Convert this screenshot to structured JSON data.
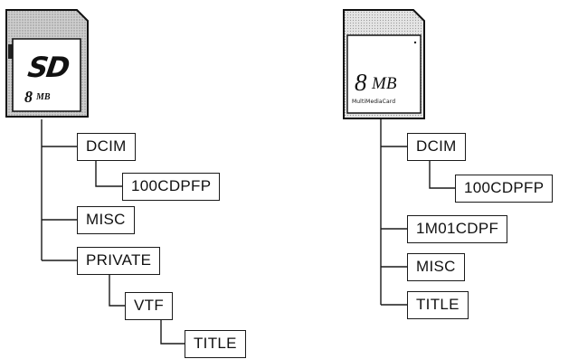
{
  "sd_card": {
    "logo": "SD",
    "capacity": "8",
    "unit": "MB",
    "tree": {
      "dcim": "DCIM",
      "dcim_child": "100CDPFP",
      "misc": "MISC",
      "private": "PRIVATE",
      "vtf": "VTF",
      "title": "TITLE"
    }
  },
  "mmc_card": {
    "capacity": "8",
    "unit": "MB",
    "brand": "MultiMediaCard",
    "tree": {
      "dcim": "DCIM",
      "dcim_child": "100CDPFP",
      "folder_1m": "1M01CDPF",
      "misc": "MISC",
      "title": "TITLE"
    }
  }
}
